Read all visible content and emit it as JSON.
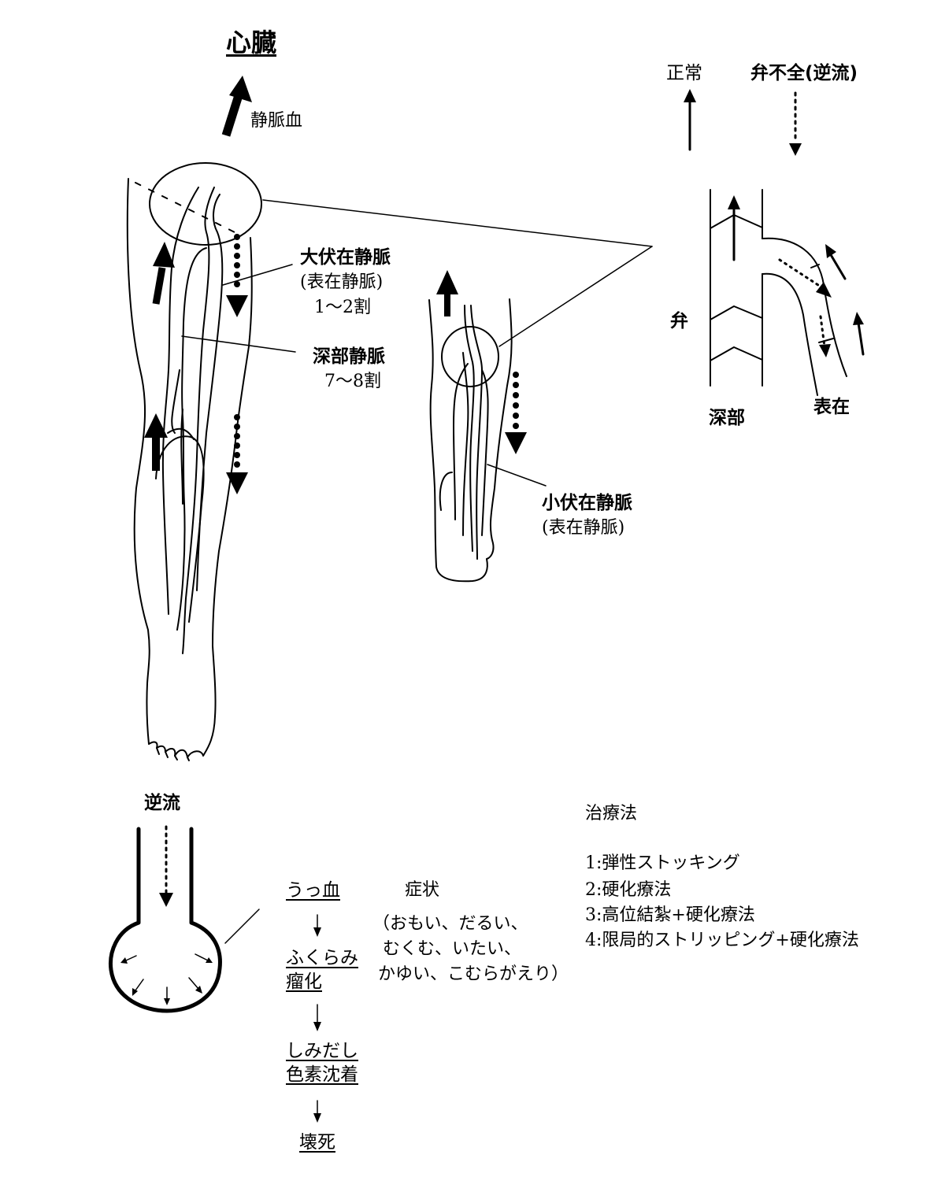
{
  "heart": "心臓",
  "venous_blood": "静脈血",
  "normal": "正常",
  "valve_failure": "弁不全(逆流)",
  "valve": "弁",
  "deep": "深部",
  "superficial": "表在",
  "gsv": {
    "name": "大伏在静脈",
    "type": "(表在静脈)",
    "ratio": "1〜2割"
  },
  "deep_vein": {
    "name": "深部静脈",
    "ratio": "7〜8割"
  },
  "ssv": {
    "name": "小伏在静脈",
    "type": "(表在静脈)"
  },
  "reflux": "逆流",
  "progression": [
    "うっ血",
    "ふくらみ",
    "瘤化",
    "しみだし",
    "色素沈着",
    "壊死"
  ],
  "symptoms": {
    "title": "症状",
    "lines": [
      "（おもい、だるい、",
      "むくむ、いたい、",
      "かゆい、こむらがえり）"
    ]
  },
  "treatment": {
    "title": "治療法",
    "items": [
      "1:弾性ストッキング",
      "2:硬化療法",
      "3:高位結紮+硬化療法",
      "4:限局的ストリッピング+硬化療法"
    ]
  }
}
